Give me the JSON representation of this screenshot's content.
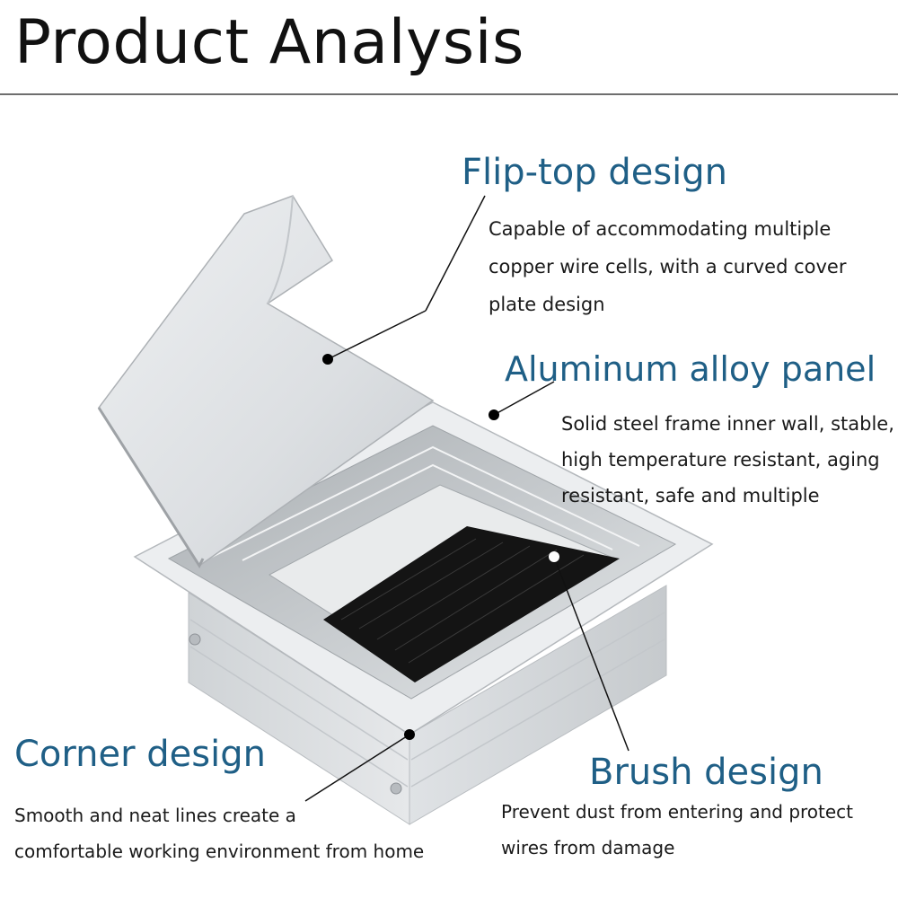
{
  "page": {
    "title": "Product Analysis"
  },
  "features": {
    "flip_top": {
      "heading": "Flip-top design",
      "lines": [
        "Capable of accommodating multiple",
        "copper wire cells, with a curved cover",
        "plate design"
      ]
    },
    "aluminum_panel": {
      "heading": "Aluminum alloy panel",
      "lines": [
        "Solid steel frame inner wall, stable,",
        "high temperature resistant, aging",
        "resistant, safe and multiple"
      ]
    },
    "corner": {
      "heading": "Corner design",
      "lines": [
        "Smooth and neat lines create a",
        "comfortable working environment from home"
      ]
    },
    "brush": {
      "heading": "Brush design",
      "lines": [
        "Prevent dust from entering and protect",
        "wires from damage"
      ]
    }
  },
  "colors": {
    "heading": "#1f5f86",
    "body_text": "#1a1a1a",
    "aluminum": "#d9dde0",
    "brush": "#111111"
  }
}
